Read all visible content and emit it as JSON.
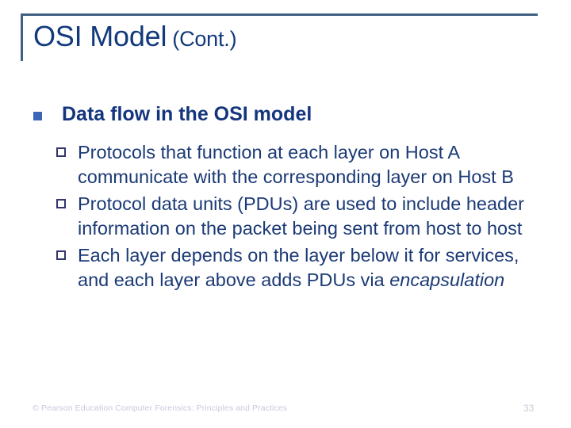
{
  "slide": {
    "title_main": "OSI Model",
    "title_cont": "(Cont.)",
    "accent_rule_color": "#3F6080",
    "title_color": "#123A7C",
    "level1_bullet_color": "#3A66B5",
    "level2_bullet_color": "#33356B",
    "body_text_color": "#1B3A76",
    "footer_color": "#C9C9DC",
    "background_color": "#FFFFFF"
  },
  "content": {
    "level1": {
      "bullet_glyph": "filled-square",
      "text": "Data flow in the OSI model"
    },
    "level2": [
      {
        "bullet_glyph": "hollow-square",
        "text": "Protocols that function at each layer on Host A communicate with the corresponding layer on Host B",
        "italic_tail": ""
      },
      {
        "bullet_glyph": "hollow-square",
        "text": "Protocol data units (PDUs) are used to include header information on the packet being sent from host to host",
        "italic_tail": ""
      },
      {
        "bullet_glyph": "hollow-square",
        "text": "Each layer depends on the layer below it for services, and each layer above adds PDUs via ",
        "italic_tail": "encapsulation"
      }
    ]
  },
  "footer": {
    "credit": "© Pearson Education  Computer Forensics: Principles and Practices",
    "page_number": "33"
  }
}
